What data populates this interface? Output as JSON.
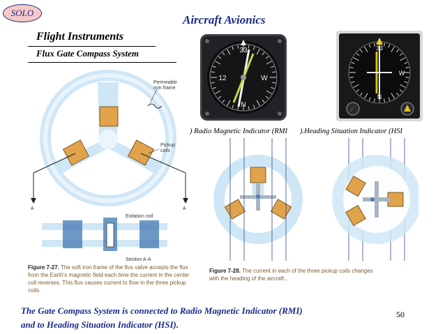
{
  "badge": "SOLO",
  "header_title": "Aircraft Avionics",
  "title": "Flight Instruments",
  "subtitle": "Flux Gate Compass System",
  "rmi_caption": ") Radio Magnetic Indicator (RMI",
  "hsi_caption": ").Heading Situation Indicator (HSI",
  "fig27": {
    "labels": {
      "iron_frame_1": "Permeable",
      "iron_frame_2": "iron frame",
      "pickup_1": "Pickup",
      "pickup_2": "coils",
      "section_a_left": "A",
      "section_a_right": "A",
      "excitation": "Exitation coil",
      "section": "Section A-A"
    },
    "caption_lead": "Figure 7-27.",
    "caption_lines": [
      "The soft iron frame of the flux valve accepts the flux",
      "from the Earth's magnetic field each time the current in the center",
      "coil reverses. This flux causes current to flow in the three pickup",
      "coils."
    ]
  },
  "fig28": {
    "caption_lead": "Figure 7-28.",
    "caption_lines": [
      "The current in each of the three pickup coils changes",
      "with the heading of the aircraft.."
    ]
  },
  "summary_lines": [
    "The Gate Compass System is connected to Radio Magnetic Indicator (RMI)",
    "and to Heading Situation Indicator (HSI)."
  ],
  "page_number": "50",
  "colors": {
    "title_blue": "#1b2a8a",
    "badge_fill": "#f6c8c8",
    "ring_blue": "#c8e4f4",
    "coil_orange": "#e0a24a",
    "coil_blue": "#4a80b8"
  }
}
